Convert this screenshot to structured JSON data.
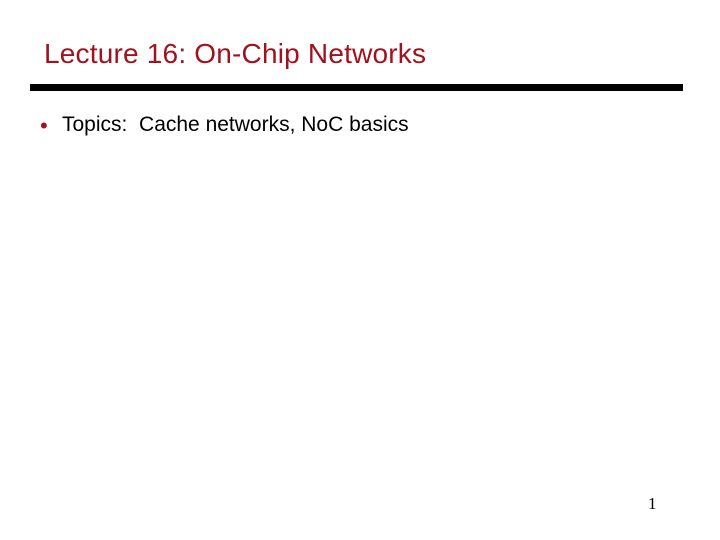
{
  "slide": {
    "title": "Lecture 16: On-Chip Networks",
    "bullet": {
      "marker": "•",
      "text": "Topics:  Cache networks, NoC basics"
    },
    "page_number": "1",
    "colors": {
      "background": "#FFFFFF",
      "title_text": "#A0121E",
      "bullet_marker": "#A0121E",
      "body_text": "#000000",
      "divider": "#000000"
    }
  }
}
